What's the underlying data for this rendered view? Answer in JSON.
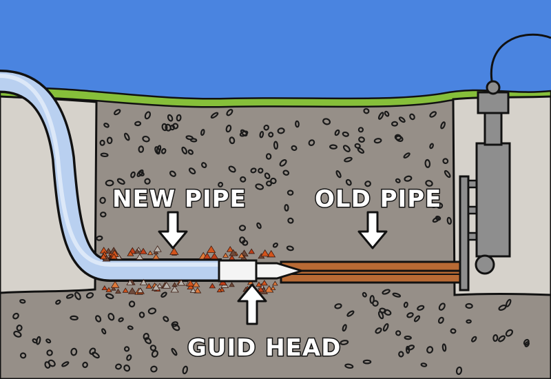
{
  "labels": {
    "new_pipe": "NEW PIPE",
    "old_pipe": "OLD PIPE",
    "guide_head": "GUID HEAD"
  },
  "colors": {
    "sky": "#4a84e0",
    "grass": "#86bf3a",
    "soil": "#968f88",
    "trench_fill": "#d6d2cb",
    "new_pipe": "#b9d0f0",
    "old_pipe": "#b86a34",
    "guide_head": "#f4f4f4",
    "machine": "#8e8e8e",
    "debris": "#d3541c"
  },
  "icons": [
    "down-arrow-icon",
    "up-arrow-icon"
  ]
}
